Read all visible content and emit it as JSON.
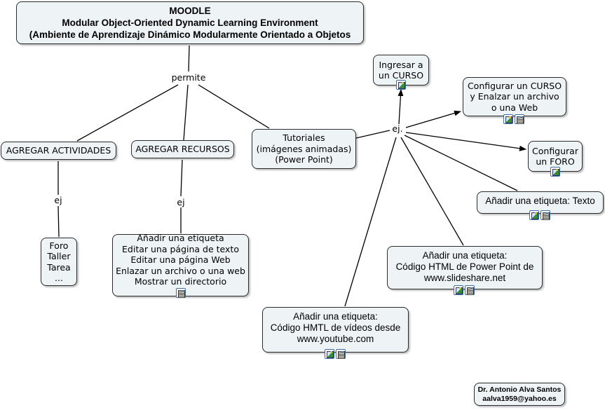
{
  "title_node": {
    "lines": [
      "MOODLE",
      "Modular Object-Oriented Dynamic Learning Environment",
      "(Ambiente de Aprendizaje Dinámico Modularmente Orientado a Objetos"
    ]
  },
  "link_labels": {
    "permite": "permite",
    "ej_actividades": "ej",
    "ej_recursos": "ej",
    "ej_tutoriales": "ej."
  },
  "nodes": {
    "actividades": {
      "lines": [
        "AGREGAR ACTIVIDADES"
      ]
    },
    "recursos": {
      "lines": [
        "AGREGAR RECURSOS"
      ]
    },
    "tutoriales": {
      "lines": [
        "Tutoriales",
        "(imágenes animadas)",
        "(Power Point)"
      ]
    },
    "actividades_ej": {
      "lines": [
        "Foro",
        "Taller",
        "Tarea",
        "..."
      ]
    },
    "recursos_ej": {
      "lines": [
        "Añadir una etiqueta",
        "Editar una página de texto",
        "Editar una página Web",
        "Enlazar un archivo o una web",
        "Mostrar un directorio"
      ],
      "icons": [
        "document-icon"
      ]
    },
    "ingresar_curso": {
      "lines": [
        "Ingresar a",
        "un CURSO"
      ],
      "icons": [
        "image-icon"
      ]
    },
    "configurar_curso": {
      "lines": [
        "Configurar un CURSO",
        "y Enalzar un archivo",
        "o una Web"
      ],
      "icons": [
        "image-icon",
        "document-icon"
      ]
    },
    "configurar_foro": {
      "lines": [
        "Configurar",
        "un FORO"
      ],
      "icons": [
        "image-icon"
      ]
    },
    "etiqueta_texto": {
      "lines": [
        "Añadir una etiqueta: Texto"
      ],
      "icons": [
        "image-icon",
        "document-icon"
      ]
    },
    "etiqueta_slideshare": {
      "lines": [
        "Añadir una etiqueta:",
        "Código HTML de Power Point de",
        "www.slideshare.net"
      ],
      "icons": [
        "image-icon",
        "document-icon"
      ]
    },
    "etiqueta_youtube": {
      "lines": [
        "Añadir una etiqueta:",
        "Código HMTL de vídeos desde",
        "www.youtube.com"
      ],
      "icons": [
        "image-icon",
        "document-icon"
      ]
    }
  },
  "author": {
    "name": "Dr. Antonio Alva Santos",
    "email": "aalva1959@yahoo.es"
  }
}
